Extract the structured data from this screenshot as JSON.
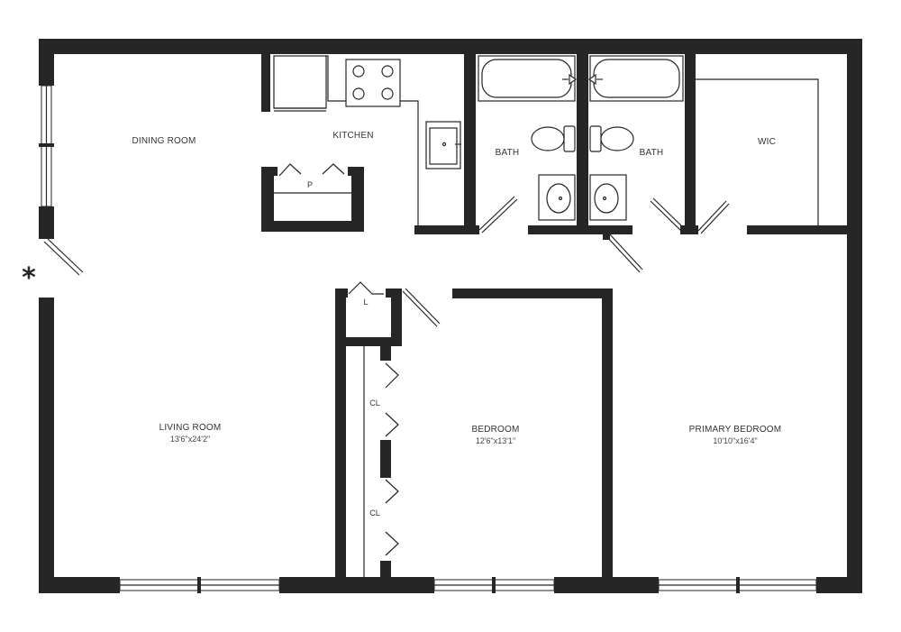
{
  "rooms": {
    "dining": {
      "label": "DINING ROOM"
    },
    "kitchen": {
      "label": "KITCHEN",
      "pantry": "P"
    },
    "bath1": {
      "label": "BATH"
    },
    "bath2": {
      "label": "BATH"
    },
    "wic": {
      "label": "WIC"
    },
    "living": {
      "label": "LIVING ROOM",
      "dims": "13'6\"x24'2\""
    },
    "bedroom": {
      "label": "BEDROOM",
      "dims": "12'6\"x13'1\""
    },
    "primary": {
      "label": "PRIMARY BEDROOM",
      "dims": "10'10\"x16'4\""
    },
    "laundry": {
      "label": "L"
    },
    "closet1": {
      "label": "CL"
    },
    "closet2": {
      "label": "CL"
    }
  },
  "entry_marker": "*",
  "colors": {
    "wall": "#262626",
    "background": "#ffffff"
  },
  "icons": [
    "entry-star-icon",
    "range-icon",
    "sink-icon",
    "toilet-icon",
    "bathtub-icon",
    "door-swing-icon",
    "bifold-door-icon"
  ]
}
